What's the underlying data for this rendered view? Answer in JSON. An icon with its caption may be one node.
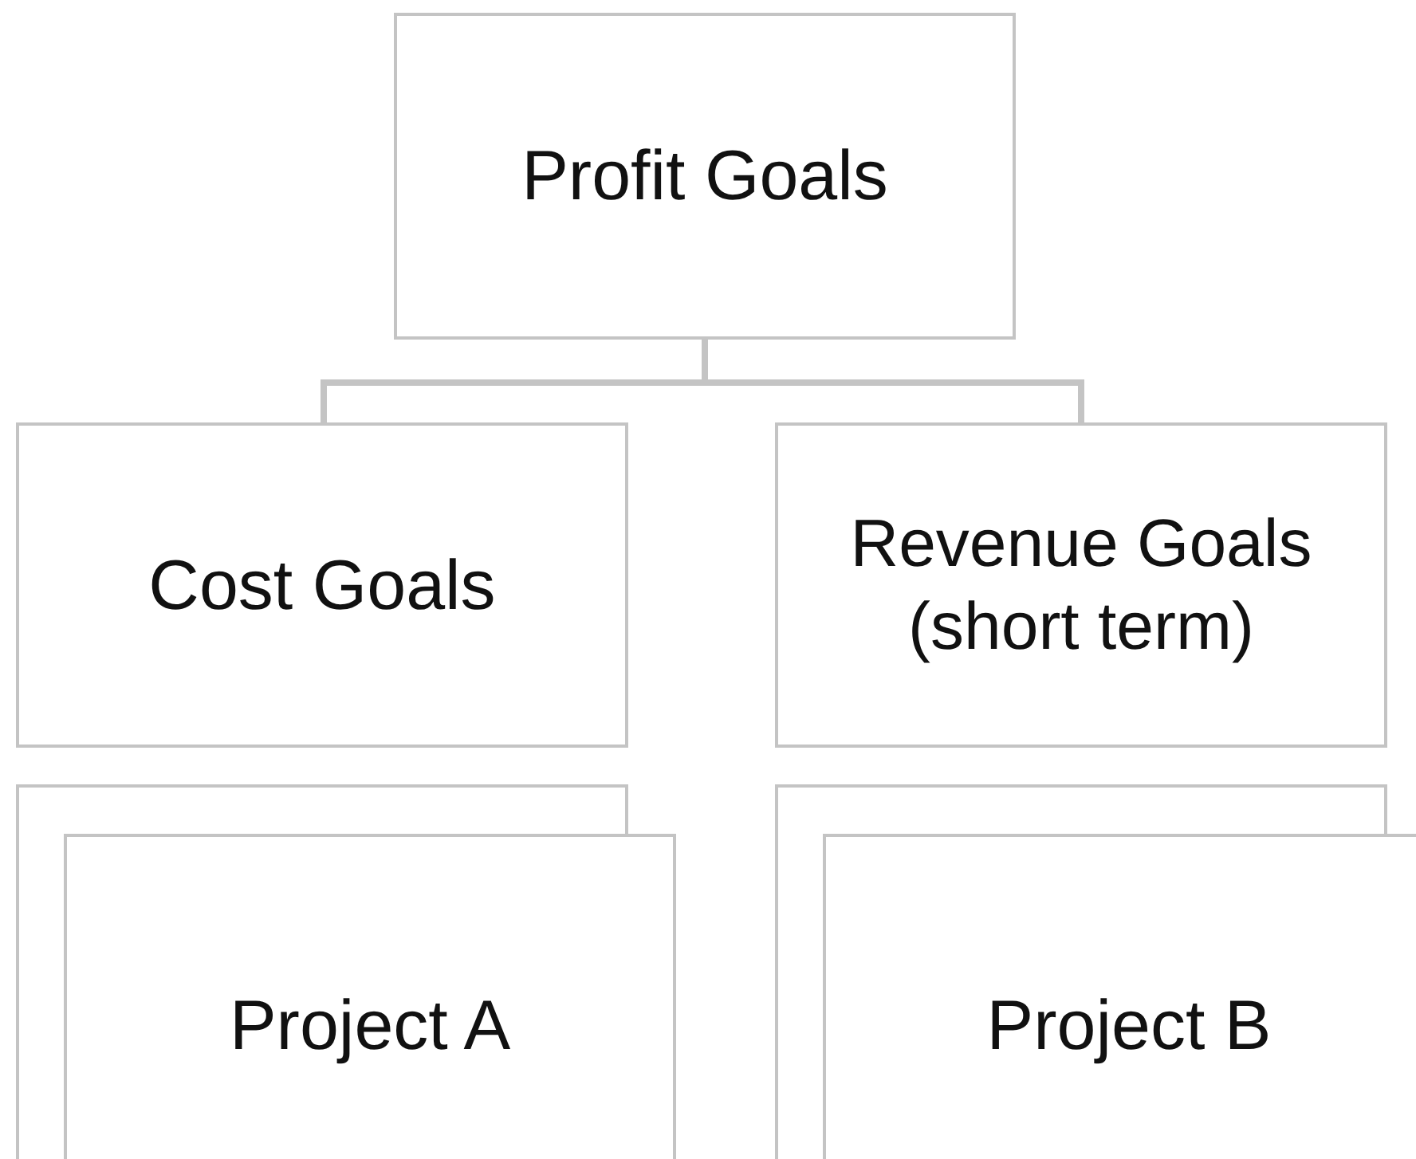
{
  "diagram": {
    "nodes": [
      {
        "text": [
          "Profit Goals"
        ]
      },
      {
        "text": [
          "Cost Goals"
        ]
      },
      {
        "text": [
          "Revenue Goals (short term)"
        ]
      },
      {
        "text": [],
        "shape": "box"
      },
      {
        "text": [
          "Project A"
        ]
      },
      {
        "text": [],
        "shape": "box"
      },
      {
        "text": [
          "Project B"
        ]
      }
    ],
    "edges": [
      {
        "from": 0,
        "to": 1,
        "arrow": "none"
      },
      {
        "from": 0,
        "to": 2,
        "arrow": "none"
      }
    ]
  }
}
